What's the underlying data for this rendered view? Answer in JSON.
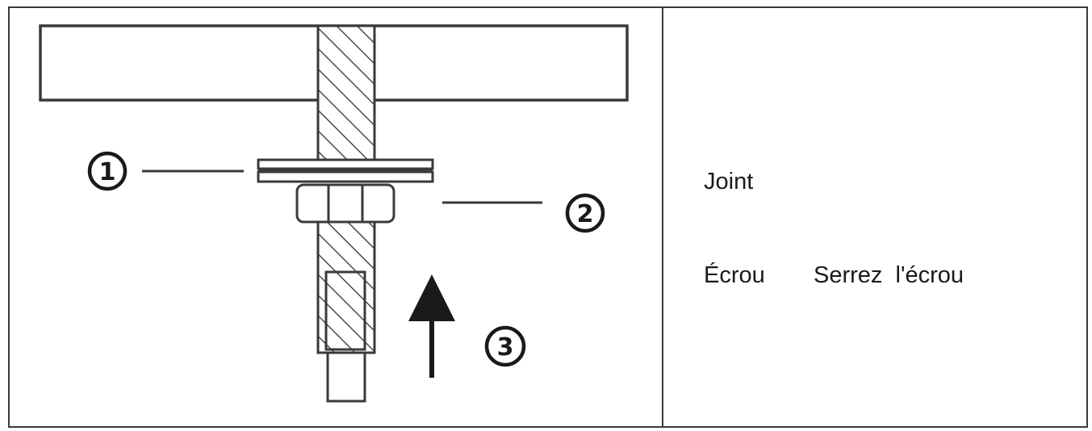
{
  "diagram": {
    "callouts": [
      {
        "number": "1"
      },
      {
        "number": "2"
      },
      {
        "number": "3"
      }
    ]
  },
  "legend": {
    "joint": "Joint",
    "ecrou": "Écrou",
    "serrez": "Serrez  l'écrou"
  },
  "colors": {
    "line": "#3a3a3a",
    "hatch": "#4a4a4a",
    "text": "#1a1a1a",
    "background": "#ffffff"
  }
}
